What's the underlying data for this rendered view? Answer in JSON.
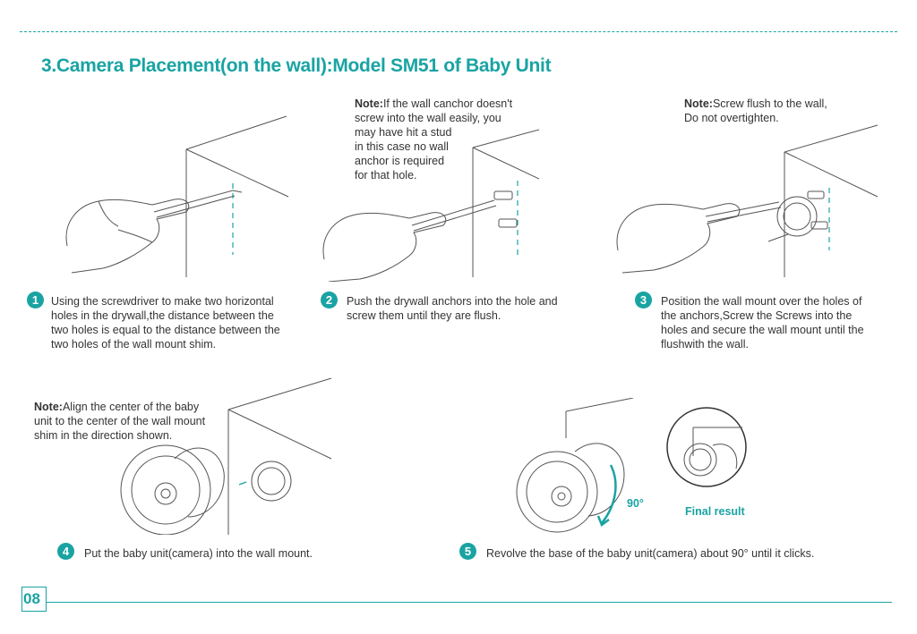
{
  "title": "3.Camera Placement(on the wall):Model SM51 of Baby Unit",
  "notes": {
    "anchor": {
      "label": "Note:",
      "lines": [
        "If the wall canchor doesn't",
        "screw into the wall easily, you",
        "may have hit a stud",
        "in this case no wall",
        "anchor is required",
        "for that hole."
      ]
    },
    "screw": {
      "label": "Note:",
      "lines": [
        "Screw flush to the wall,",
        "Do not overtighten."
      ]
    },
    "align": {
      "label": "Note:",
      "lines": [
        "Align the center of the baby",
        "unit to the center of the wall mount",
        "shim in the direction shown."
      ]
    }
  },
  "steps": [
    {
      "num": "1",
      "lines": [
        "Using the screwdriver to make two horizontal",
        "holes in the drywall,the distance between the",
        "two holes is equal to the distance between the",
        "two holes of the wall mount shim."
      ]
    },
    {
      "num": "2",
      "lines": [
        "Push the drywall anchors into the hole and",
        "screw them until they are flush."
      ]
    },
    {
      "num": "3",
      "lines": [
        "Position the wall mount over the holes of",
        "the anchors,Screw the Screws  into the",
        "holes and secure the wall mount until the",
        "flushwith the wall."
      ]
    },
    {
      "num": "4",
      "lines": [
        "Put the baby unit(camera) into the wall mount."
      ]
    },
    {
      "num": "5",
      "lines": [
        "Revolve the base of the baby unit(camera) about 90° until it clicks."
      ]
    }
  ],
  "labels": {
    "degree": "90°",
    "final_result": "Final result"
  },
  "page_number": "08",
  "colors": {
    "accent": "#1aa3a3",
    "text": "#333333",
    "line": "#555555"
  }
}
